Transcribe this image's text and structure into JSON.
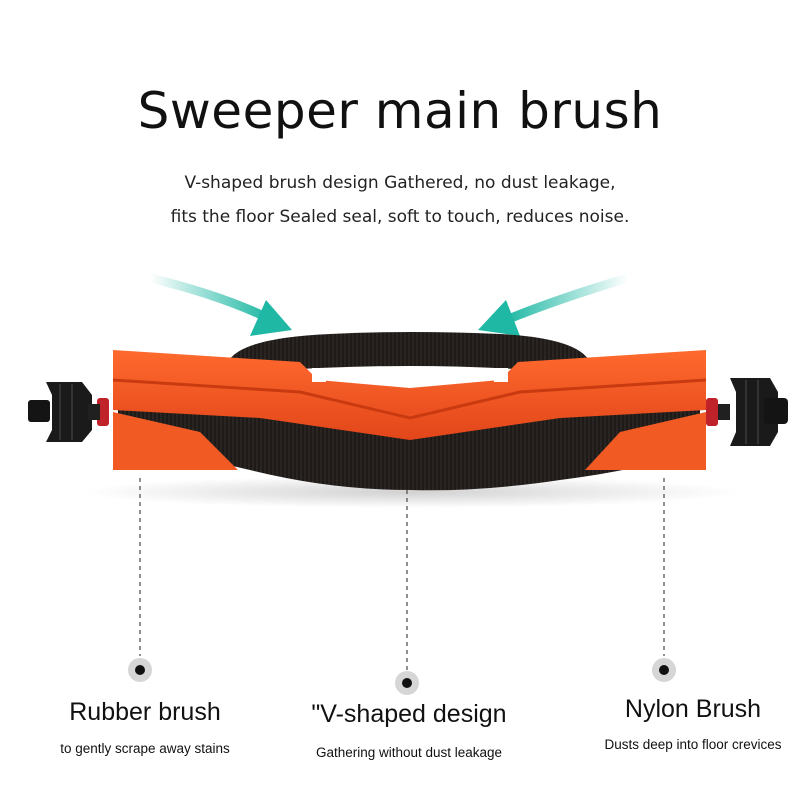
{
  "header": {
    "title": "Sweeper main brush",
    "subtitle_line1": "V-shaped brush design Gathered, no dust leakage,",
    "subtitle_line2": "fits the floor Sealed seal, soft to touch, reduces noise."
  },
  "features": [
    {
      "name": "Rubber brush",
      "desc": "to gently scrape away stains"
    },
    {
      "name": "\"V-shaped design",
      "desc": "Gathering without dust leakage"
    },
    {
      "name": "Nylon Brush",
      "desc": "Dusts deep into floor crevices"
    }
  ],
  "colors": {
    "rubber_orange": "#f0511e",
    "rubber_dark": "#c93a10",
    "bristle": "#1e1a18",
    "arrow_teal": "#1fb8a4",
    "end_cap_red": "#c0222a"
  }
}
